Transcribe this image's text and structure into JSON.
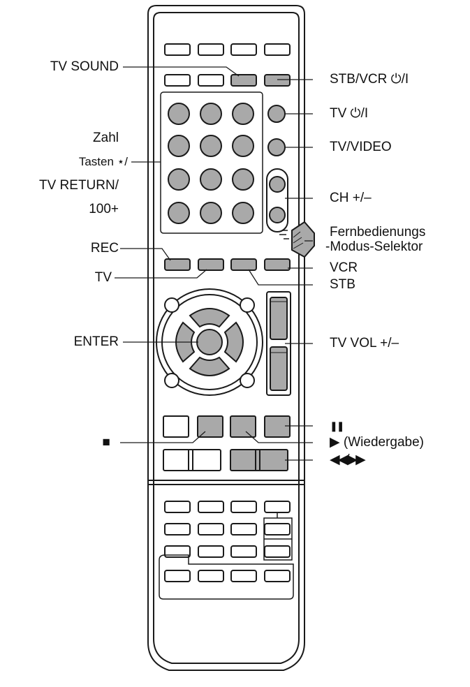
{
  "labels": {
    "tv_sound": "TV SOUND",
    "stb_vcr_power": "STB/VCR ⏻/I",
    "tv_power": "TV ⏻/I",
    "tv_video": "TV/VIDEO",
    "zahl": "Zahl",
    "tasten": "Tasten ⋆/",
    "tv_return": "TV RETURN/",
    "hundred_plus": "100+",
    "ch": "CH +/–",
    "fernbedienungs": "Fernbedienungs",
    "modus_selektor": "-Modus-Selektor",
    "rec": "REC",
    "vcr": "VCR",
    "tv": "TV",
    "stb": "STB",
    "enter": "ENTER",
    "tv_vol": "TV VOL +/–",
    "pause": "❚❚",
    "stop": "■",
    "play": "▶ (Wiedergabe)",
    "rew_ff": "◀◀/▶▶"
  },
  "colors": {
    "outline": "#1a1a1a",
    "button_gray": "#a9a9a9",
    "body": "#ffffff"
  }
}
